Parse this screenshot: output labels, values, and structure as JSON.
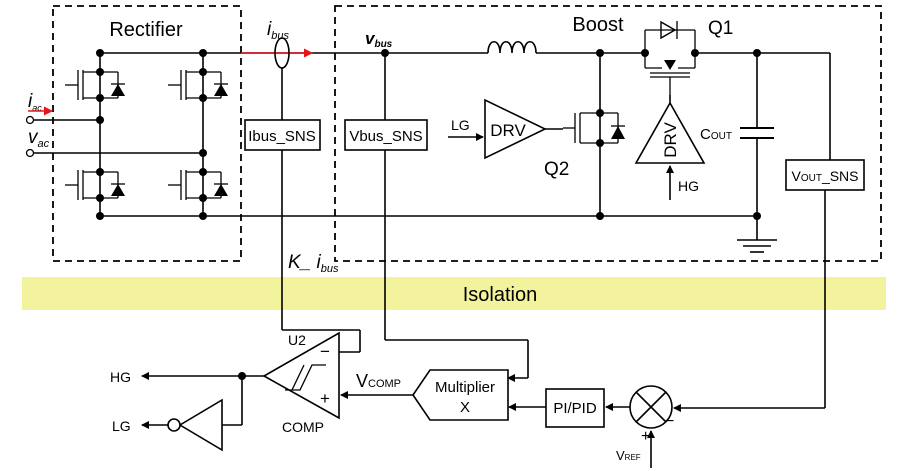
{
  "blocks": {
    "rectifier": "Rectifier",
    "boost": "Boost",
    "isolation": "Isolation",
    "ibus_sns": "Ibus_SNS",
    "vbus_sns": "Vbus_SNS",
    "vout_sns": {
      "main": "V",
      "sub": "OUT",
      "tail": "_SNS"
    },
    "drv": "DRV",
    "multiplier_line1": "Multiplier",
    "multiplier_line2": "X",
    "pi_pid": "PI/PID",
    "comp": "COMP",
    "u2": "U2"
  },
  "labels": {
    "i_bus": {
      "main": "i",
      "sub": "bus"
    },
    "v_bus": {
      "main": "v",
      "sub": "bus"
    },
    "i_ac": {
      "main": "i",
      "sub": "ac"
    },
    "v_ac": {
      "main": "v",
      "sub": "ac"
    },
    "k_ibus": {
      "main": "K_ i",
      "sub": "bus"
    },
    "v_comp": {
      "main": "V",
      "sub": "COMP"
    },
    "v_ref": {
      "main": "V",
      "sub": "REF"
    },
    "c_out": {
      "main": "C",
      "sub": "OUT"
    },
    "q1": "Q1",
    "q2": "Q2",
    "lg_in": "LG",
    "hg_in": "HG",
    "hg_out": "HG",
    "lg_out": "LG",
    "minus": "−",
    "plus": "+",
    "minus_sum": "−",
    "plus_sum": "+"
  },
  "colors": {
    "ibus": "#e8141c",
    "vbus": "#21a038",
    "vac": "#1f3ad6",
    "iac": "#e8141c",
    "vcomp": "#1f3ad6",
    "kibus": "#e8141c",
    "isolation_band": "#f3f39e"
  }
}
